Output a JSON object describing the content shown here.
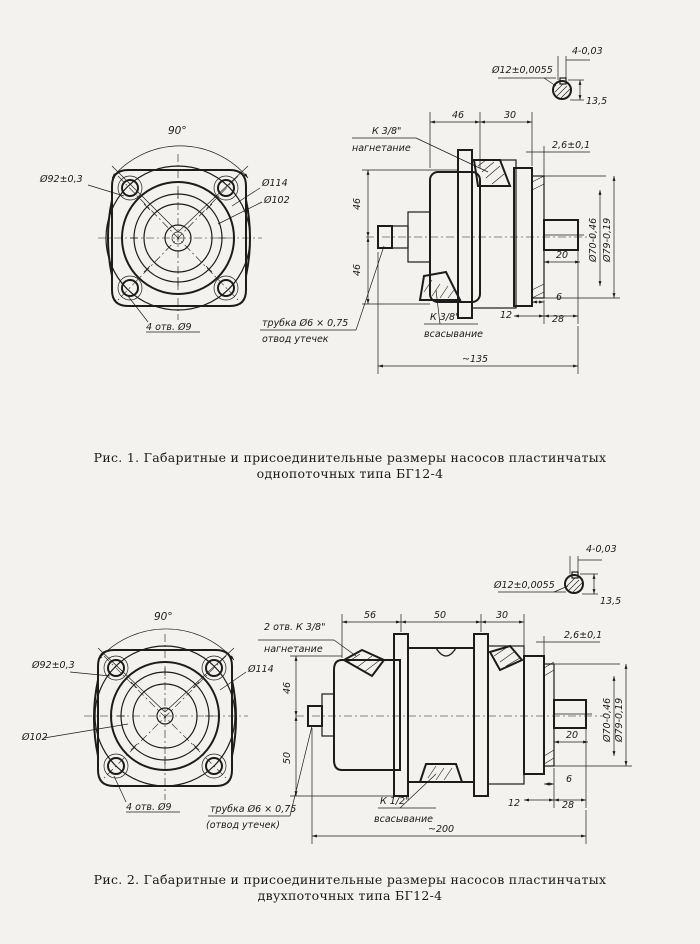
{
  "fig1": {
    "angle": "90°",
    "d92": "Ø92±0,3",
    "d114": "Ø114",
    "d102": "Ø102",
    "holes": "4 отв. Ø9",
    "tube": "трубка Ø6 × 0,75",
    "drain": "отвод утечек",
    "k_out": "К 3/8\"",
    "pressure": "нагнетание",
    "k_in": "К 3/8\"",
    "suction": "всасывание",
    "dim46top": "46",
    "dim30": "30",
    "dim2_6": "2,6±0,1",
    "dim46a": "46",
    "dim46b": "46",
    "dim20": "20",
    "d70": "Ø70-0,46",
    "d79": "Ø79-0,19",
    "dim6": "6",
    "dim12": "12",
    "dim28": "28",
    "dim135": "~135",
    "key_w": "4-0,03",
    "key_d": "Ø12±0,0055",
    "key_h": "13,5",
    "caption_line1": "Рис. 1. Габаритные и присоединительные размеры насосов пластинчатых",
    "caption_line2": "однопоточных типа БГ12-4"
  },
  "fig2": {
    "angle": "90°",
    "d92": "Ø92±0,3",
    "d114": "Ø114",
    "d102": "Ø102",
    "holes": "4 отв. Ø9",
    "tube": "трубка Ø6 × 0,75",
    "drain": "(отвод утечек)",
    "k_out": "2 отв. К 3/8\"",
    "pressure": "нагнетание",
    "k_in": "К 1/2\"",
    "suction": "всасывание",
    "dim56": "56",
    "dim50top": "50",
    "dim30": "30",
    "dim2_6": "2,6±0,1",
    "dim46": "46",
    "dim50": "50",
    "dim20": "20",
    "d70": "Ø70-0,46",
    "d79": "Ø79-0,19",
    "dim6": "6",
    "dim12": "12",
    "dim28": "28",
    "dim200": "~200",
    "key_w": "4-0,03",
    "key_d": "Ø12±0,0055",
    "key_h": "13,5",
    "caption_line1": "Рис. 2. Габаритные и присоединительные размеры насосов пластинчатых",
    "caption_line2": "двухпоточных типа БГ12-4"
  }
}
